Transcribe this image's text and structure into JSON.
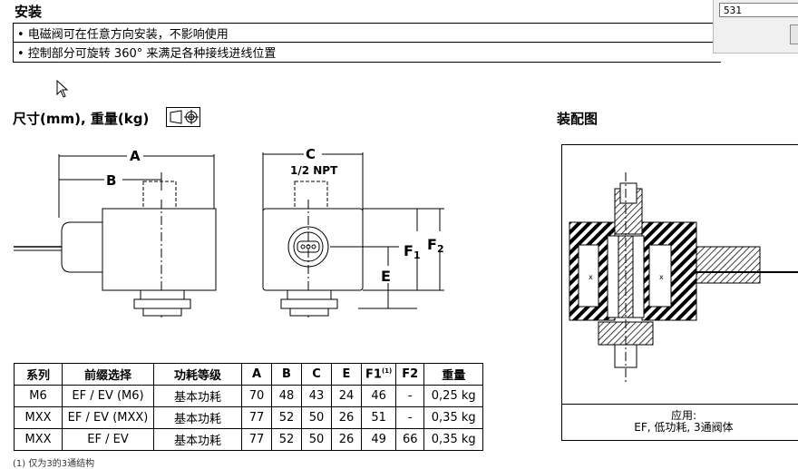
{
  "section_title": "安装",
  "notes": [
    "• 电磁阀可在任意方向安装，不影响使用",
    "• 控制部分可旋转 360° 来满足各种接线进线位置"
  ],
  "search_popup": {
    "value": "531"
  },
  "dimensions_title": "尺寸(mm), 重量(kg)",
  "assembly_title": "装配图",
  "drawing_labels": {
    "A": "A",
    "B": "B",
    "C": "C",
    "npt": "1/2 NPT",
    "E": "E",
    "F1": "F",
    "F1_sub": "1",
    "F2": "F",
    "F2_sub": "2"
  },
  "assembly_caption_1": "应用:",
  "assembly_caption_2": "EF, 低功耗, 3通阀体",
  "table": {
    "headers": [
      "系列",
      "前缀选择",
      "功耗等级",
      "A",
      "B",
      "C",
      "E",
      "F1",
      "(1)",
      "F2",
      "重量"
    ],
    "rows": [
      [
        "M6",
        "EF / EV (M6)",
        "基本功耗",
        "70",
        "48",
        "43",
        "24",
        "46",
        "-",
        "0,25 kg"
      ],
      [
        "MXX",
        "EF / EV (MXX)",
        "基本功耗",
        "77",
        "52",
        "50",
        "26",
        "51",
        "-",
        "0,35 kg"
      ],
      [
        "MXX",
        "EF / EV",
        "基本功耗",
        "77",
        "52",
        "50",
        "26",
        "49",
        "66",
        "0,35 kg"
      ]
    ]
  },
  "footnote": "(1) 仅为3的3通结构"
}
